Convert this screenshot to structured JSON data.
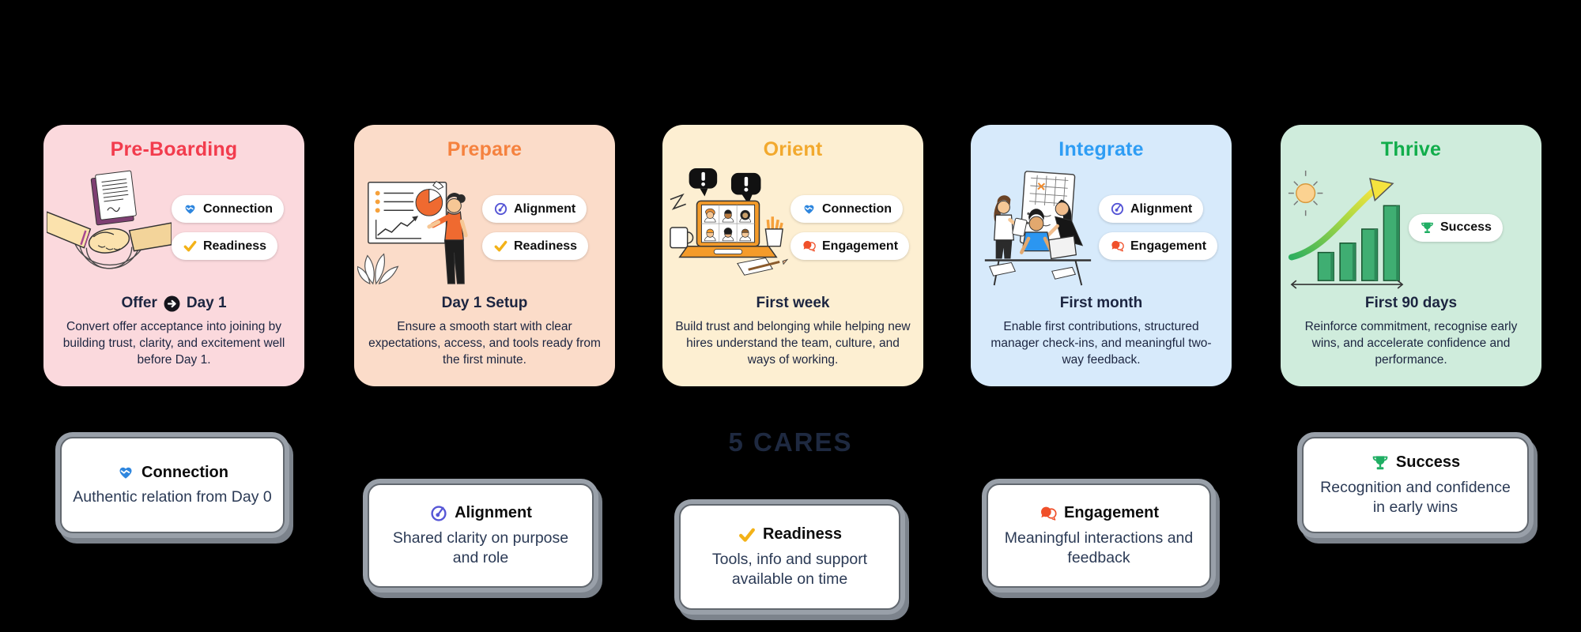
{
  "section_title": "5 CARES",
  "stages": [
    {
      "name": "Pre-Boarding",
      "title_color": "#f23c4d",
      "bg_color": "#fbd9dd",
      "illustration": "handshake-agreement",
      "badges": [
        {
          "label": "Connection",
          "icon": "connection-icon"
        },
        {
          "label": "Readiness",
          "icon": "readiness-icon"
        }
      ],
      "timeframe": [
        "Offer",
        "Day 1"
      ],
      "timeframe_arrow_icon": "arrow-right-icon",
      "description": "Convert offer acceptance into joining by building trust, clarity, and excitement well before Day 1."
    },
    {
      "name": "Prepare",
      "title_color": "#f5823f",
      "bg_color": "#fbdcc9",
      "illustration": "presenter-whiteboard",
      "badges": [
        {
          "label": "Alignment",
          "icon": "alignment-icon"
        },
        {
          "label": "Readiness",
          "icon": "readiness-icon"
        }
      ],
      "timeframe": [
        "Day 1 Setup"
      ],
      "description": "Ensure a smooth start with clear expectations, access, and tools ready from the first minute."
    },
    {
      "name": "Orient",
      "title_color": "#f2a92e",
      "bg_color": "#fdefd2",
      "illustration": "video-call-laptop",
      "badges": [
        {
          "label": "Connection",
          "icon": "connection-icon"
        },
        {
          "label": "Engagement",
          "icon": "engagement-icon"
        }
      ],
      "timeframe": [
        "First week"
      ],
      "description": "Build trust and belonging while helping new hires understand the team, culture, and ways of working."
    },
    {
      "name": "Integrate",
      "title_color": "#2e9df4",
      "bg_color": "#d7eafb",
      "illustration": "team-collaboration",
      "badges": [
        {
          "label": "Alignment",
          "icon": "alignment-icon"
        },
        {
          "label": "Engagement",
          "icon": "engagement-icon"
        }
      ],
      "timeframe": [
        "First month"
      ],
      "description": "Enable first contributions, structured manager check-ins, and meaningful two-way feedback."
    },
    {
      "name": "Thrive",
      "title_color": "#11ad4b",
      "bg_color": "#cfecdc",
      "illustration": "growth-chart",
      "badges": [
        {
          "label": "Success",
          "icon": "success-icon"
        }
      ],
      "timeframe": [
        "First 90 days"
      ],
      "description": "Reinforce commitment, recognise early wins, and accelerate confidence and performance."
    }
  ],
  "cares": [
    {
      "name": "Connection",
      "icon": "connection-icon",
      "description": "Authentic relation from Day 0"
    },
    {
      "name": "Alignment",
      "icon": "alignment-icon",
      "description": "Shared clarity on purpose and role"
    },
    {
      "name": "Readiness",
      "icon": "readiness-icon",
      "description": "Tools, info and support available on time"
    },
    {
      "name": "Engagement",
      "icon": "engagement-icon",
      "description": "Meaningful interactions and feedback"
    },
    {
      "name": "Success",
      "icon": "success-icon",
      "description": "Recognition and confidence in early wins"
    }
  ],
  "icon_colors": {
    "connection": "#2e86de",
    "readiness": "#f3b218",
    "alignment": "#5656d6",
    "engagement": "#f0502a",
    "success": "#1fae63",
    "timeframe_arrow": "#15151c",
    "section_title_text": "#1e2940"
  }
}
